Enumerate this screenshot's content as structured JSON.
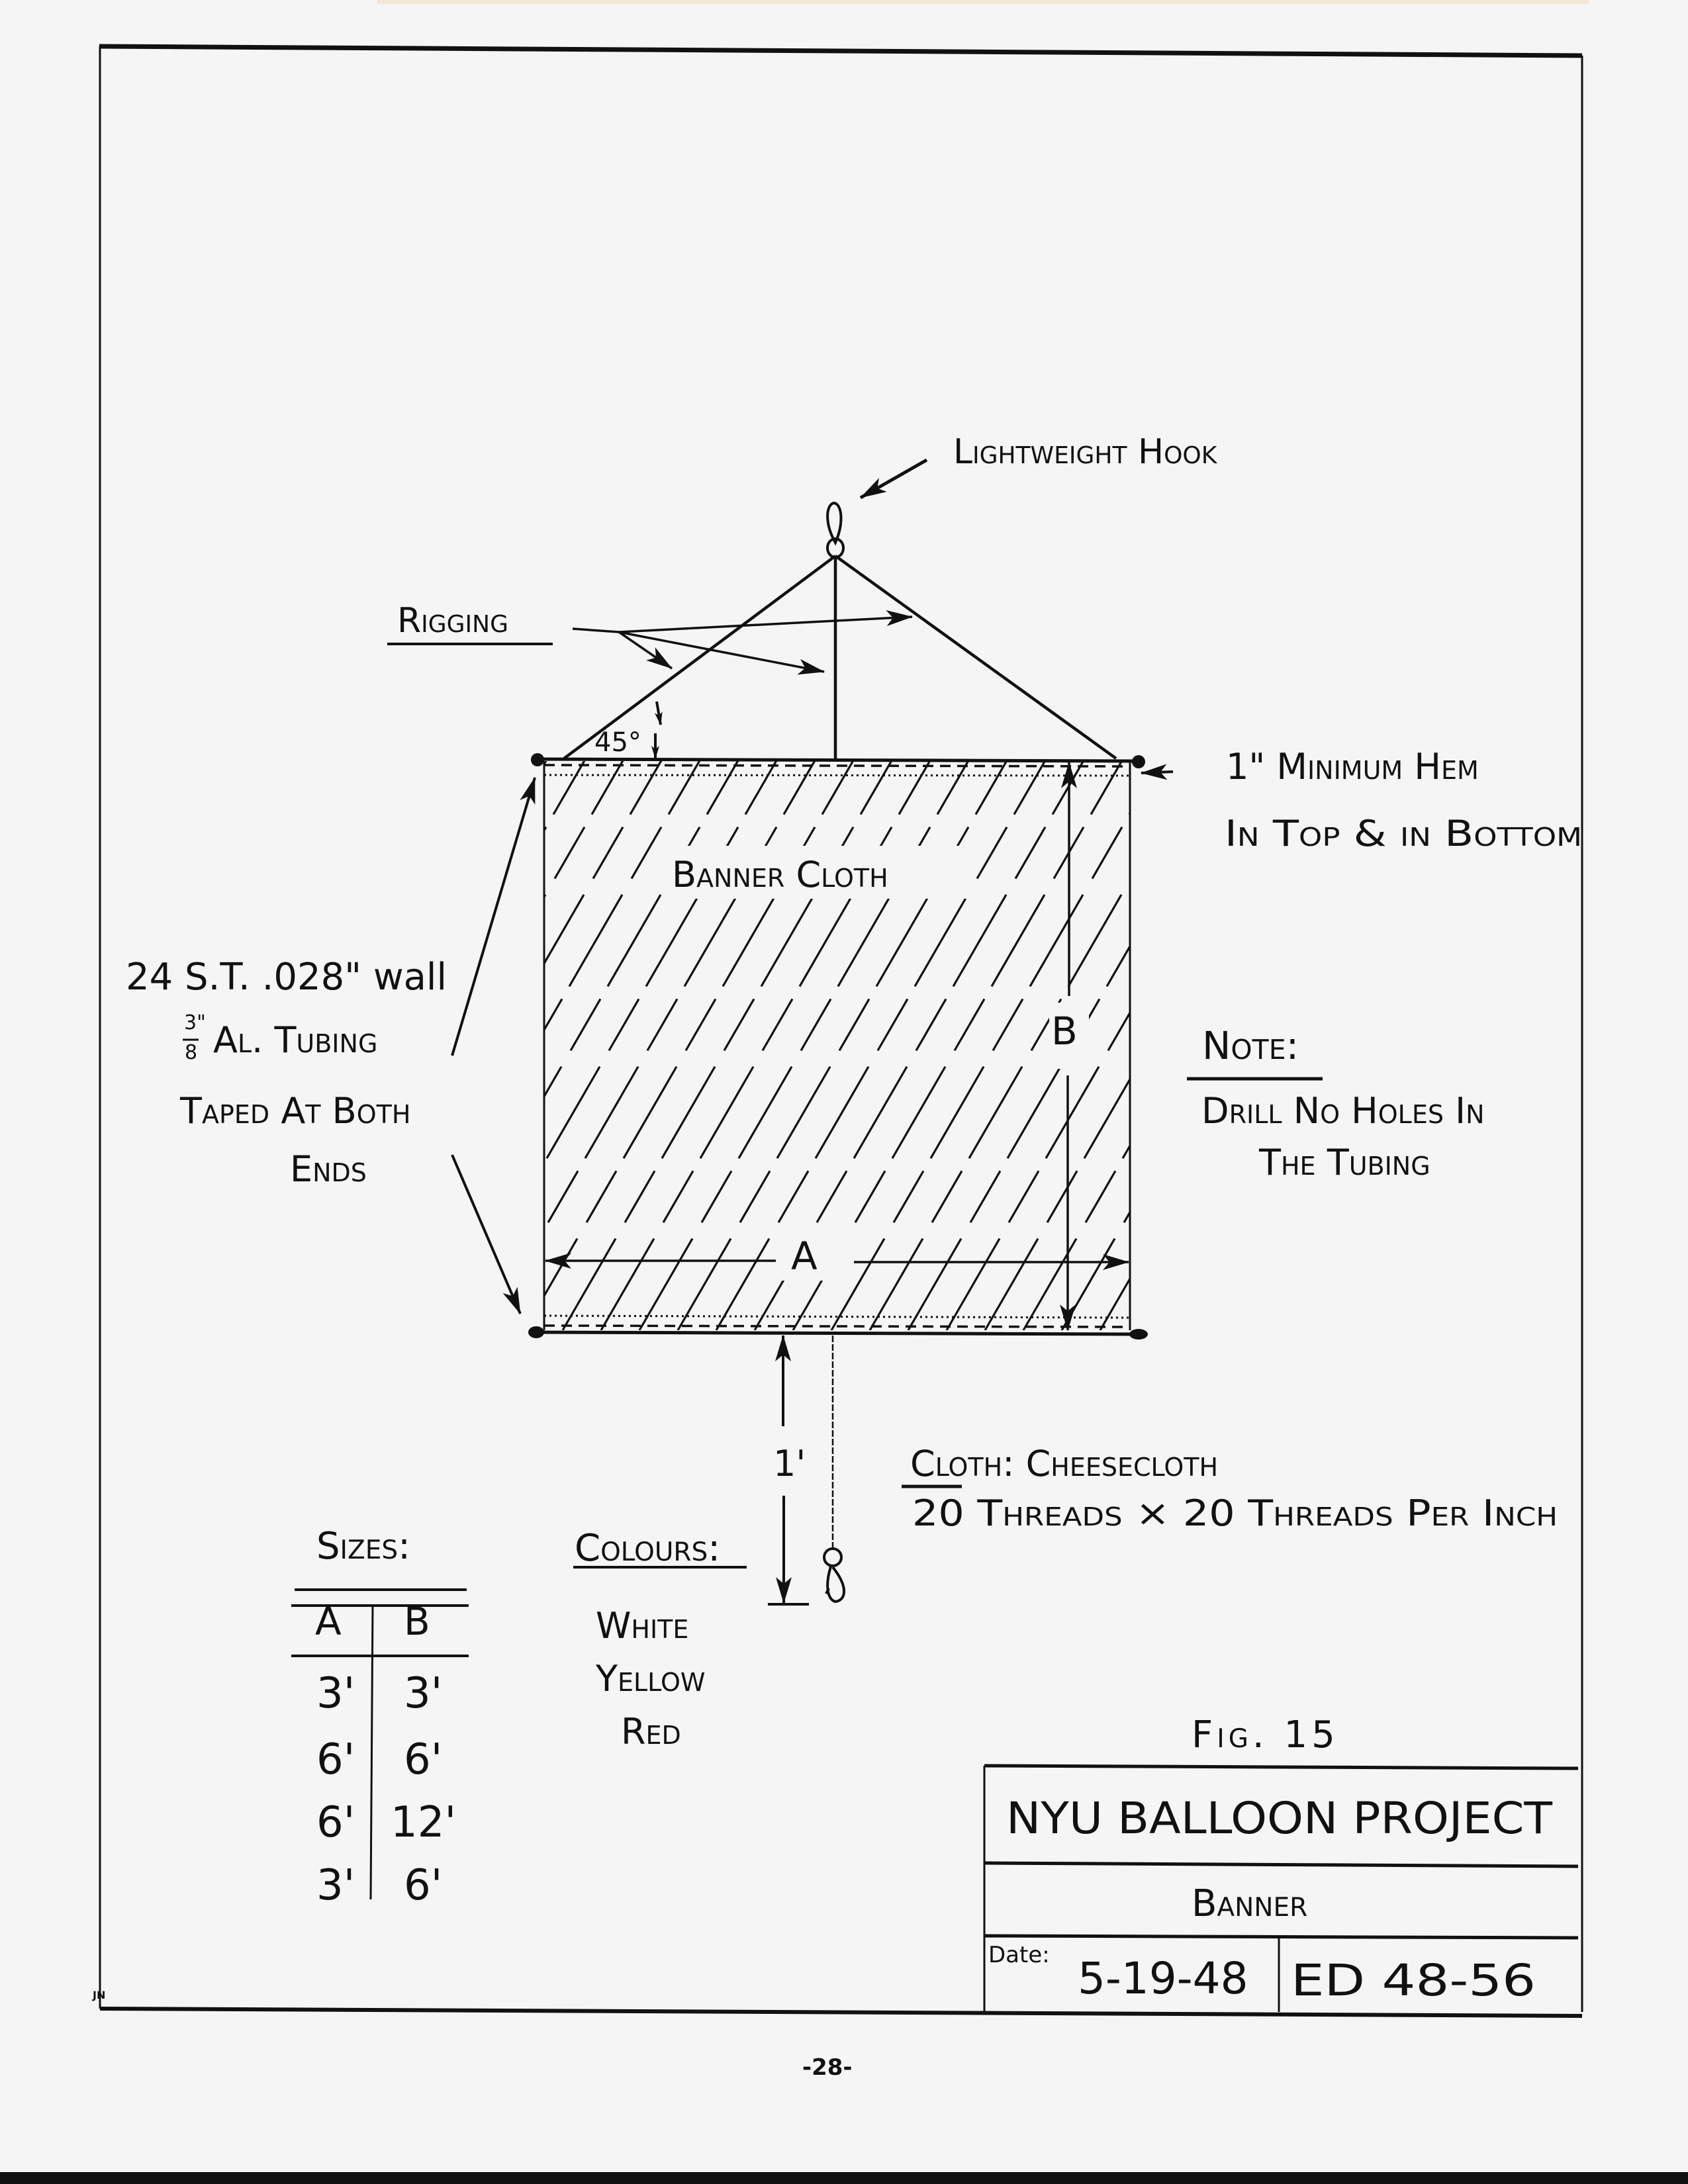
{
  "document": {
    "figure_label": "Fig. 15",
    "page_number": "-28-",
    "drafter_initials": "JN"
  },
  "title_block": {
    "project": "NYU BALLOON PROJECT",
    "drawing_title": "Banner",
    "date_label": "Date:",
    "date": "5-19-48",
    "drawing_number": "ED 48-56"
  },
  "callouts": {
    "hook": "Lightweight Hook",
    "rigging": "Rigging",
    "angle": "45°",
    "hem_line1": "1\"  Minimum Hem",
    "hem_line2": "In Top & in Bottom",
    "cloth_label": "Banner Cloth",
    "dim_a": "A",
    "dim_b": "B",
    "dim_drop": "1'",
    "tubing_line1": "24 S.T. .028\" wall",
    "tubing_fraction_num": "3\"",
    "tubing_fraction_den": "8",
    "tubing_line2": "Al. Tubing",
    "tubing_line3": "Taped At Both",
    "tubing_line4": "Ends"
  },
  "note": {
    "heading": "Note:",
    "line1": "Drill No Holes In",
    "line2": "The Tubing"
  },
  "cloth_spec": {
    "heading": "Cloth",
    "value": ": Cheesecloth",
    "line2": "20 Threads × 20 Threads Per Inch"
  },
  "sizes": {
    "heading": "Sizes:",
    "columns": [
      "A",
      "B"
    ],
    "rows": [
      [
        "3'",
        "3'"
      ],
      [
        "6'",
        "6'"
      ],
      [
        "6'",
        "12'"
      ],
      [
        "3'",
        "6'"
      ]
    ]
  },
  "colours": {
    "heading": "Colours:",
    "items": [
      "White",
      "Yellow",
      "Red"
    ]
  }
}
